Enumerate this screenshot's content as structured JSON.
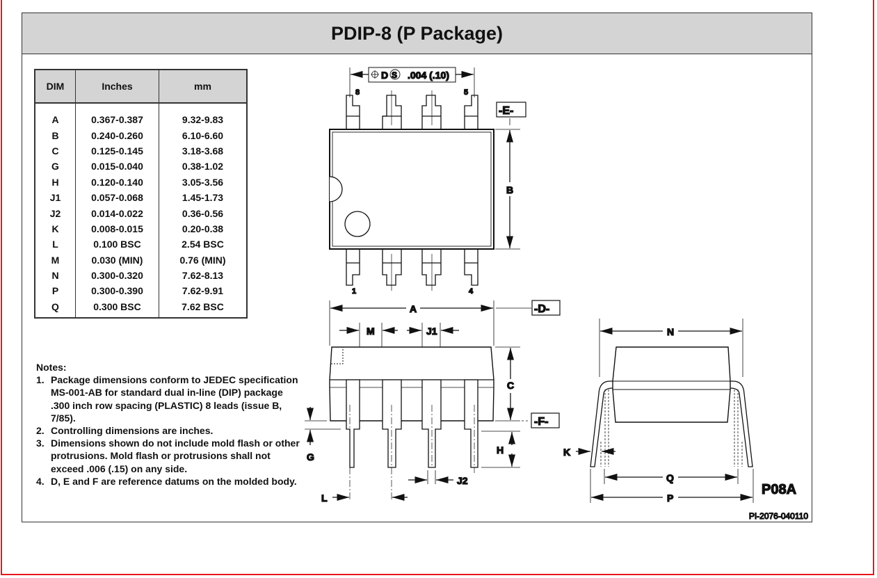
{
  "title": "PDIP-8 (P Package)",
  "table": {
    "headers": [
      "DIM",
      "Inches",
      "mm"
    ],
    "rows": [
      [
        "A",
        "0.367-0.387",
        "9.32-9.83"
      ],
      [
        "B",
        "0.240-0.260",
        "6.10-6.60"
      ],
      [
        "C",
        "0.125-0.145",
        "3.18-3.68"
      ],
      [
        "G",
        "0.015-0.040",
        "0.38-1.02"
      ],
      [
        "H",
        "0.120-0.140",
        "3.05-3.56"
      ],
      [
        "J1",
        "0.057-0.068",
        "1.45-1.73"
      ],
      [
        "J2",
        "0.014-0.022",
        "0.36-0.56"
      ],
      [
        "K",
        "0.008-0.015",
        "0.20-0.38"
      ],
      [
        "L",
        "0.100 BSC",
        "2.54 BSC"
      ],
      [
        "M",
        "0.030 (MIN)",
        "0.76 (MIN)"
      ],
      [
        "N",
        "0.300-0.320",
        "7.62-8.13"
      ],
      [
        "P",
        "0.300-0.390",
        "7.62-9.91"
      ],
      [
        "Q",
        "0.300 BSC",
        "7.62 BSC"
      ]
    ]
  },
  "notes": {
    "heading": "Notes:",
    "items": [
      {
        "num": "1.",
        "text": "Package dimensions conform to JEDEC specification MS-001-AB for standard dual in-line (DIP) package .300 inch row spacing (PLASTIC) 8 leads (issue B, 7/85)."
      },
      {
        "num": "2.",
        "text": "Controlling dimensions are inches."
      },
      {
        "num": "3.",
        "text": "Dimensions shown do not include mold flash or other protrusions.  Mold flash or protrusions shall not exceed .006 (.15) on any side."
      },
      {
        "num": "4.",
        "text": "D, E and F are reference datums on the molded body."
      }
    ]
  },
  "drawing": {
    "tolerance": {
      "datum": "D",
      "modifier": "S",
      "value": ".004 (.10)"
    },
    "pins": {
      "p8": "8",
      "p5": "5",
      "p1": "1",
      "p4": "4"
    },
    "datums": {
      "e": "-E-",
      "d": "-D-",
      "f": "-F-"
    },
    "labels": {
      "A": "A",
      "B": "B",
      "C": "C",
      "G": "G",
      "H": "H",
      "J1": "J1",
      "J2": "J2",
      "K": "K",
      "L": "L",
      "M": "M",
      "N": "N",
      "P": "P",
      "Q": "Q"
    },
    "package_code": "P08A",
    "drawing_number": "PI-2076-040110"
  }
}
